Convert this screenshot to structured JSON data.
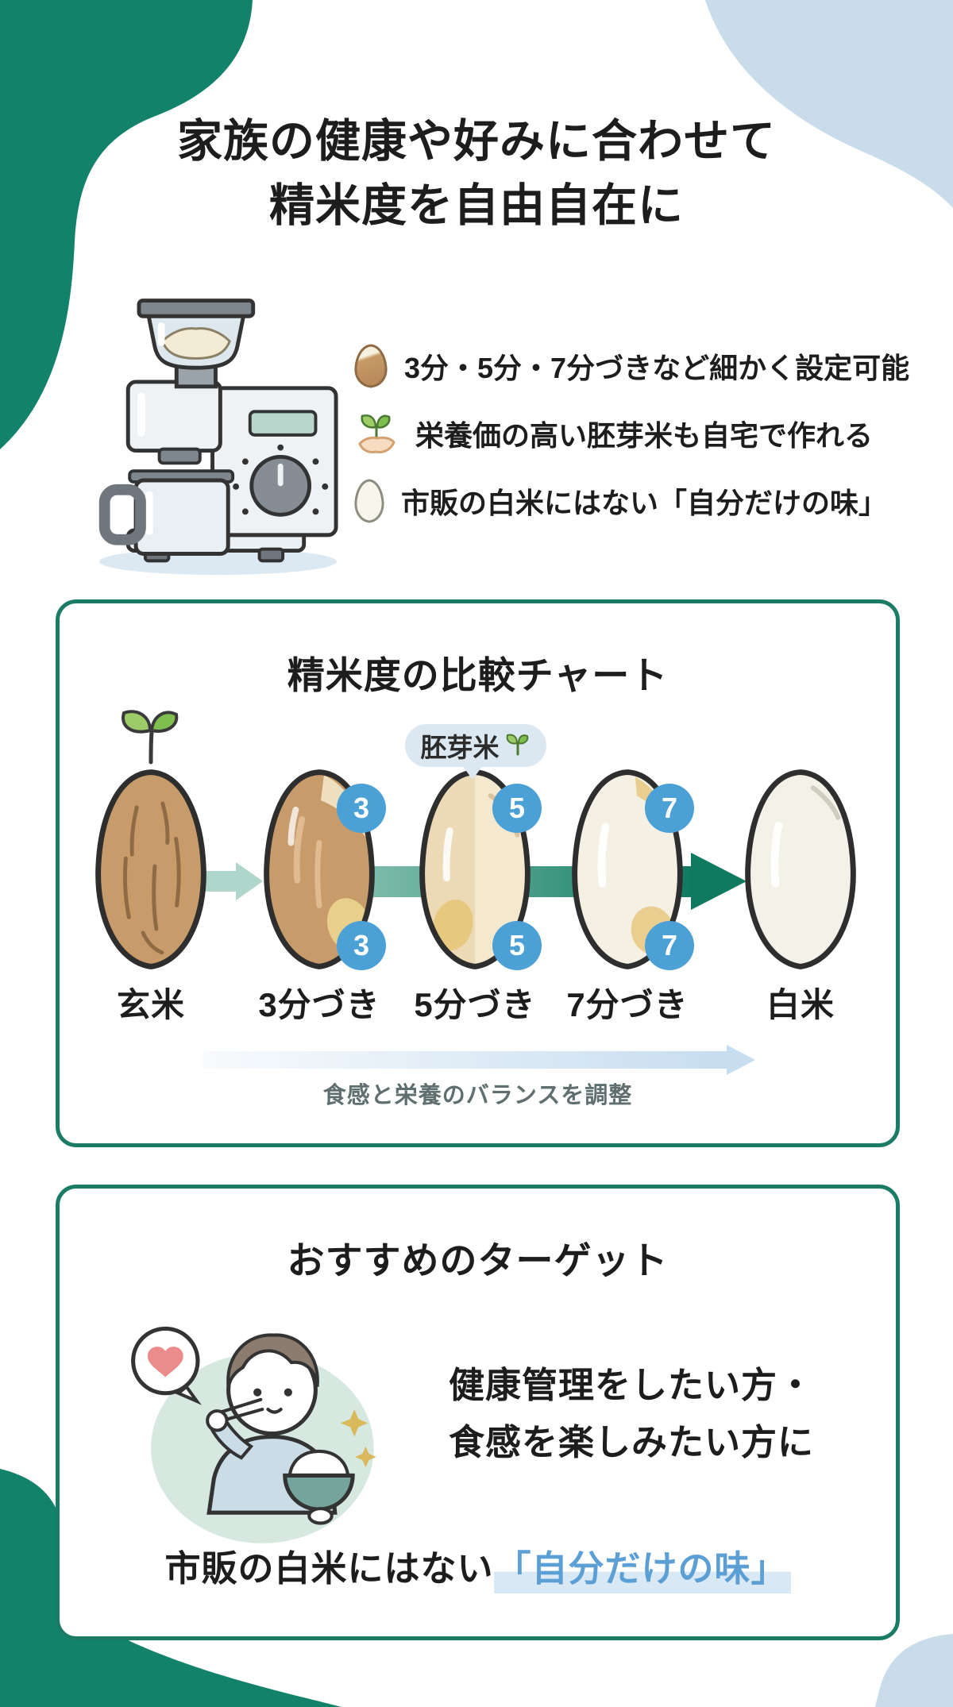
{
  "palette": {
    "corner_green": "#13826B",
    "corner_light_blue": "#C9DCEA",
    "panel_border_green": "#1B7C66",
    "badge_blue": "#4BA0D6",
    "band_gradient_start": "#A3CEC2",
    "band_gradient_end": "#107A61",
    "soft_arrow_blue": "#C7DDF0",
    "highlight_text_blue": "#5B9FD4",
    "highlight_bg_blue": "#D9E8F5",
    "caption_gray": "#5F6E6E"
  },
  "header": {
    "title_line1": "家族の健康や好みに合わせて",
    "title_line2": "精米度を自由自在に"
  },
  "hero": {
    "machine_icon": "rice-milling-machine-illustration",
    "features": [
      {
        "icon": "half-milled-grain-icon",
        "text": "3分・5分・7分づきなど細かく設定可能"
      },
      {
        "icon": "hand-with-sprout-icon",
        "text": "栄養価の高い胚芽米も自宅で作れる"
      },
      {
        "icon": "white-grain-icon",
        "text": "市販の白米にはない「自分だけの味」"
      }
    ]
  },
  "chart": {
    "title": "精米度の比較チャート",
    "tag": {
      "label": "胚芽米",
      "icon": "sprout-icon"
    },
    "stages": [
      {
        "label": "玄米",
        "badge": null,
        "illustration": "brown-rice-grain-with-sprout"
      },
      {
        "label": "3分づき",
        "badge": "3",
        "illustration": "lightly-milled-rice-grain"
      },
      {
        "label": "5分づき",
        "badge": "5",
        "illustration": "half-milled-rice-grain"
      },
      {
        "label": "7分づき",
        "badge": "7",
        "illustration": "mostly-milled-rice-grain"
      },
      {
        "label": "白米",
        "badge": null,
        "illustration": "white-rice-grain"
      }
    ],
    "axis_caption": "食感と栄養のバランスを調整"
  },
  "target": {
    "title": "おすすめのターゲット",
    "person_icon": "person-eating-rice-illustration",
    "line1": "健康管理をしたい方・",
    "line2": "食感を楽しみたい方に",
    "closing_prefix": "市販の白米にはない",
    "closing_highlight": "「自分だけの味」"
  }
}
